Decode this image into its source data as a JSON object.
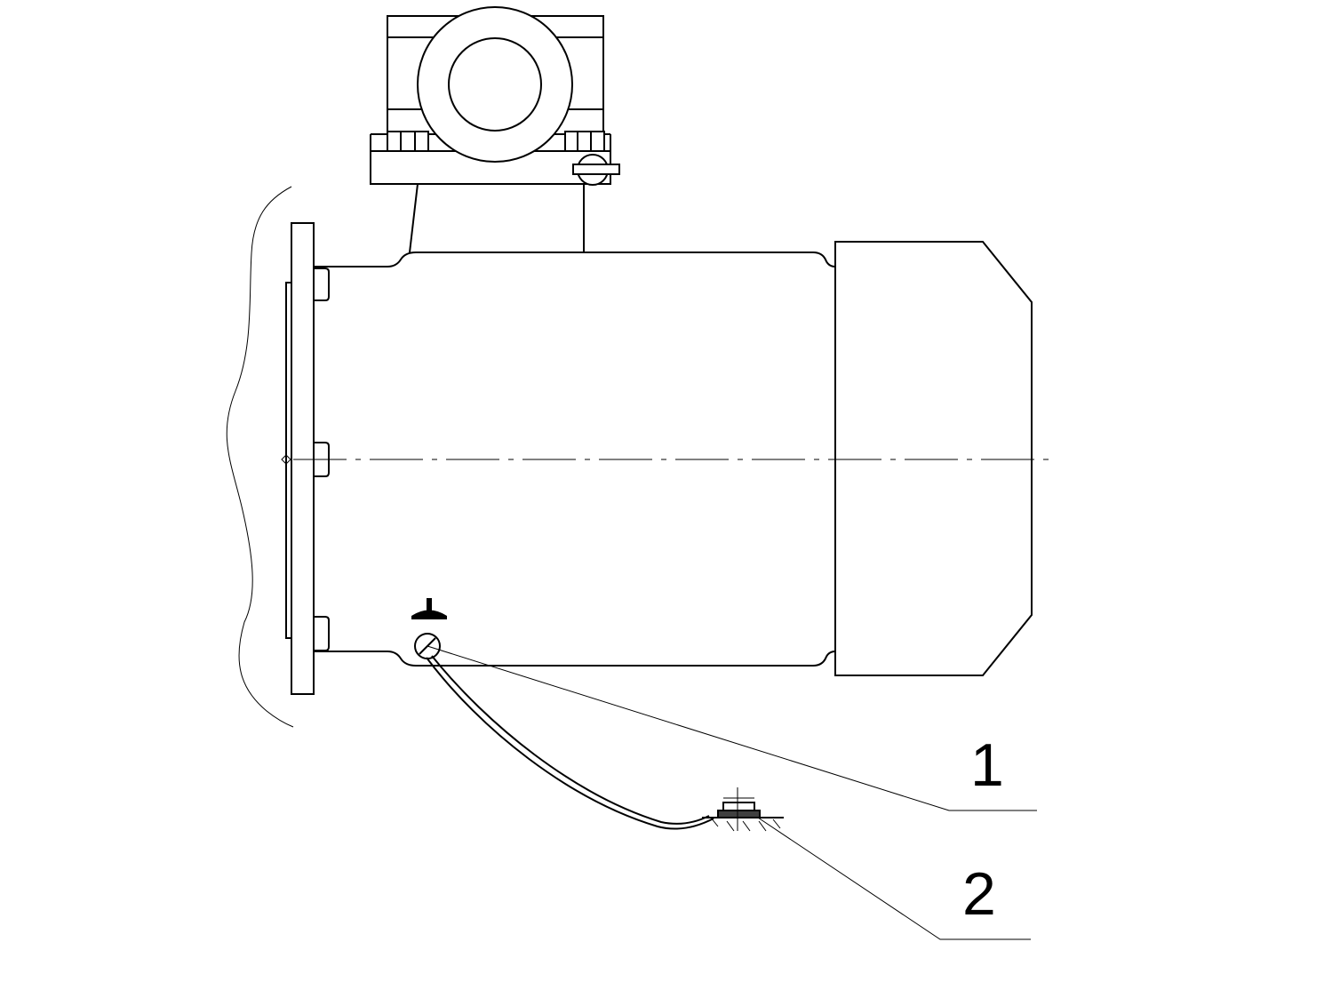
{
  "callouts": [
    {
      "id": 1,
      "label": "1"
    },
    {
      "id": 2,
      "label": "2"
    }
  ],
  "colors": {
    "line": "#000000",
    "background": "#ffffff"
  },
  "icons": {
    "ground": "earth-ground-icon"
  }
}
